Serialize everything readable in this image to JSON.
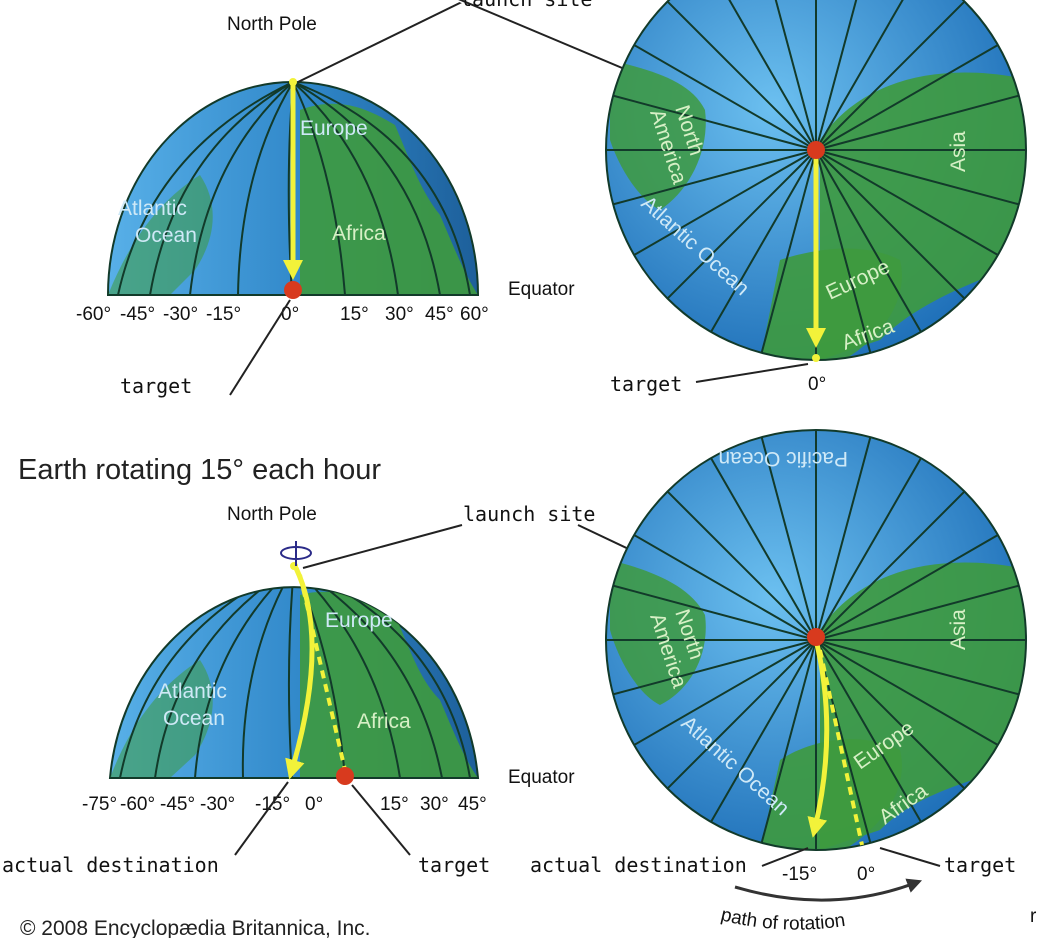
{
  "colors": {
    "ocean": "#3a8fd0",
    "land": "#3e9a3e",
    "arrow": "#f2f23a",
    "marker": "#d83a1e",
    "meridian": "#123a2a"
  },
  "top": {
    "title_fragment": "launch site",
    "north_pole": "North Pole",
    "europe": "Europe",
    "africa": "Africa",
    "atlantic_1": "Atlantic",
    "atlantic_2": "Ocean",
    "equator": "Equator",
    "lon_labels": [
      "-60°",
      "-45°",
      "-30°",
      "-15°",
      "0°",
      "15°",
      "30°",
      "45°",
      "60°"
    ],
    "target_left": "target",
    "target_right": "target",
    "zero_right": "0°",
    "globe_north_america_1": "North",
    "globe_north_america_2": "America",
    "globe_asia": "Asia",
    "globe_atlantic": "Atlantic Ocean",
    "globe_europe": "Europe",
    "globe_africa": "Africa"
  },
  "bottom": {
    "heading": "Earth rotating 15° each hour",
    "north_pole": "North Pole",
    "launch_site": "launch site",
    "europe": "Europe",
    "africa": "Africa",
    "atlantic_1": "Atlantic",
    "atlantic_2": "Ocean",
    "equator": "Equator",
    "lon_labels": [
      "-75°",
      "-60°",
      "-45°",
      "-30°",
      "-15°",
      "0°",
      "15°",
      "30°",
      "45°"
    ],
    "actual_destination_left": "actual destination",
    "target_left": "target",
    "actual_destination_right": "actual destination",
    "minus15_right": "-15°",
    "zero_right": "0°",
    "target_right": "target",
    "path_of_rotation": "path of rotation",
    "globe_pacific": "Pacific Ocean",
    "globe_north_america_1": "North",
    "globe_north_america_2": "America",
    "globe_asia": "Asia",
    "globe_atlantic": "Atlantic Ocean",
    "globe_europe": "Europe",
    "globe_africa": "Africa"
  },
  "credit": "© 2008 Encyclopædia Britannica, Inc.",
  "edge_glyph": "r"
}
